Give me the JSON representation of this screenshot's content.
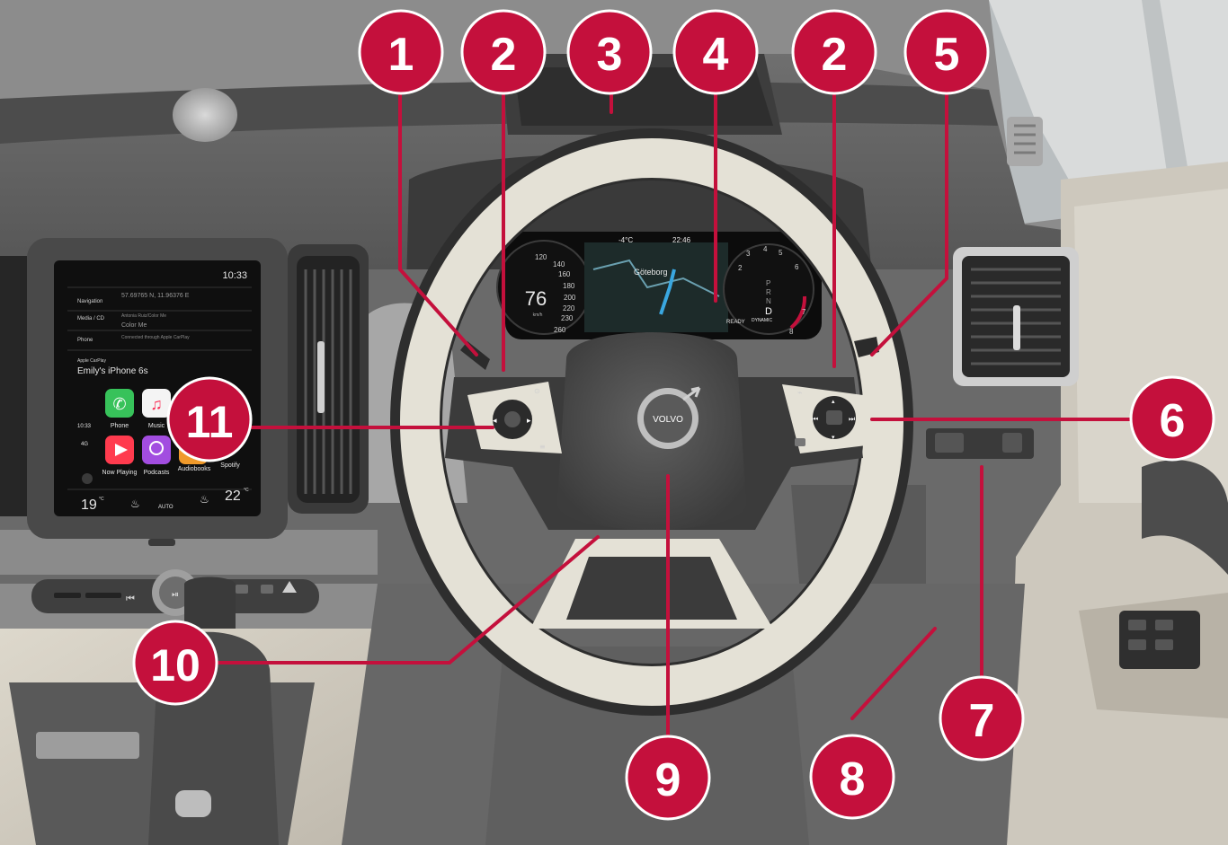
{
  "callouts": {
    "c1": "1",
    "c2a": "2",
    "c3": "3",
    "c4": "4",
    "c2b": "2",
    "c5": "5",
    "c6": "6",
    "c7": "7",
    "c8": "8",
    "c9": "9",
    "c10": "10",
    "c11": "11"
  },
  "colors": {
    "callout": "#c4103c",
    "dash": "#5d5d5d",
    "wheel": "#e4e1d6"
  },
  "center_display": {
    "time": "10:33",
    "navigation_label": "Navigation",
    "navigation_value": "57.69765 N, 11.96376 E",
    "media_label": "Media / CD",
    "media_value": "Antonia Ruiz/Color Me",
    "media_value2": "Color Me",
    "phone_label": "Phone",
    "phone_value": "Connected through Apple CarPlay",
    "carplay_label": "Apple CarPlay",
    "device_name": "Emily's iPhone 6s",
    "status_time": "10:33",
    "status_network": "4G",
    "apps": [
      "Phone",
      "Music",
      "Now Playing",
      "Podcasts",
      "Audiobooks",
      "Spotify"
    ],
    "temp_left": "19",
    "temp_right": "22",
    "temp_unit": "°C",
    "climate_mode": "AUTO"
  },
  "instrument_cluster": {
    "outside_temp": "-4°C",
    "clock": "22:46",
    "speed": "76",
    "speed_unit": "km/h",
    "city": "Göteborg",
    "ready": "READY",
    "gear_letters": [
      "P",
      "R",
      "N",
      "D"
    ],
    "drive_mode": "DYNAMIC",
    "speed_ticks": [
      "120",
      "140",
      "160",
      "180",
      "200",
      "220",
      "230",
      "260"
    ],
    "rpm_ticks": [
      "2",
      "3",
      "4",
      "5",
      "6",
      "7",
      "8"
    ]
  },
  "steering_wheel": {
    "badge": "VOLVO"
  }
}
